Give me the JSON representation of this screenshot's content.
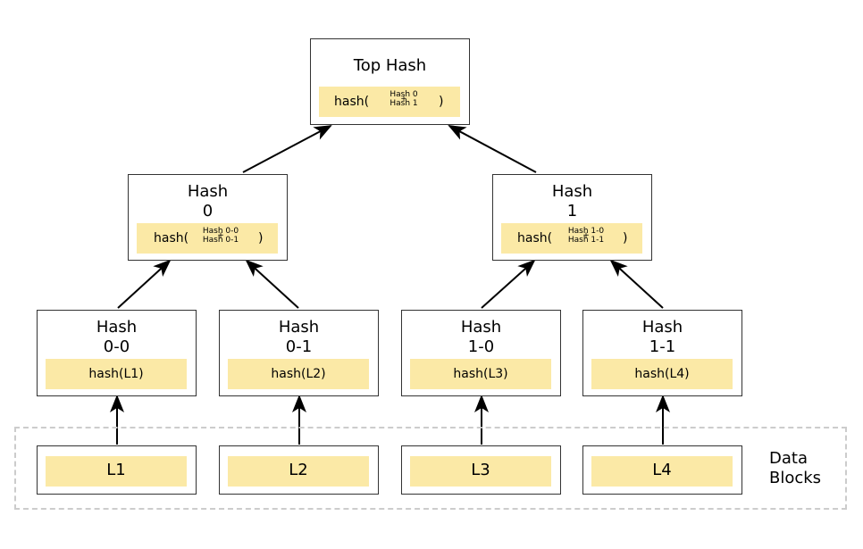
{
  "top": {
    "title": "Top Hash",
    "fn": "hash(",
    "close": ")",
    "a": "Hash 0",
    "plus": "+",
    "b": "Hash 1"
  },
  "h0": {
    "line1": "Hash",
    "line2": "0",
    "fn": "hash(",
    "close": ")",
    "a": "Hash 0-0",
    "plus": "+",
    "b": "Hash 0-1"
  },
  "h1": {
    "line1": "Hash",
    "line2": "1",
    "fn": "hash(",
    "close": ")",
    "a": "Hash 1-0",
    "plus": "+",
    "b": "Hash 1-1"
  },
  "leaves": [
    {
      "line1": "Hash",
      "line2": "0-0",
      "expr": "hash(L1)"
    },
    {
      "line1": "Hash",
      "line2": "0-1",
      "expr": "hash(L2)"
    },
    {
      "line1": "Hash",
      "line2": "1-0",
      "expr": "hash(L3)"
    },
    {
      "line1": "Hash",
      "line2": "1-1",
      "expr": "hash(L4)"
    }
  ],
  "blocks": [
    "L1",
    "L2",
    "L3",
    "L4"
  ],
  "data_label": {
    "line1": "Data",
    "line2": "Blocks"
  },
  "colors": {
    "fill": "#fbe9a6",
    "border": "#333333",
    "dashed": "#cccccc"
  }
}
